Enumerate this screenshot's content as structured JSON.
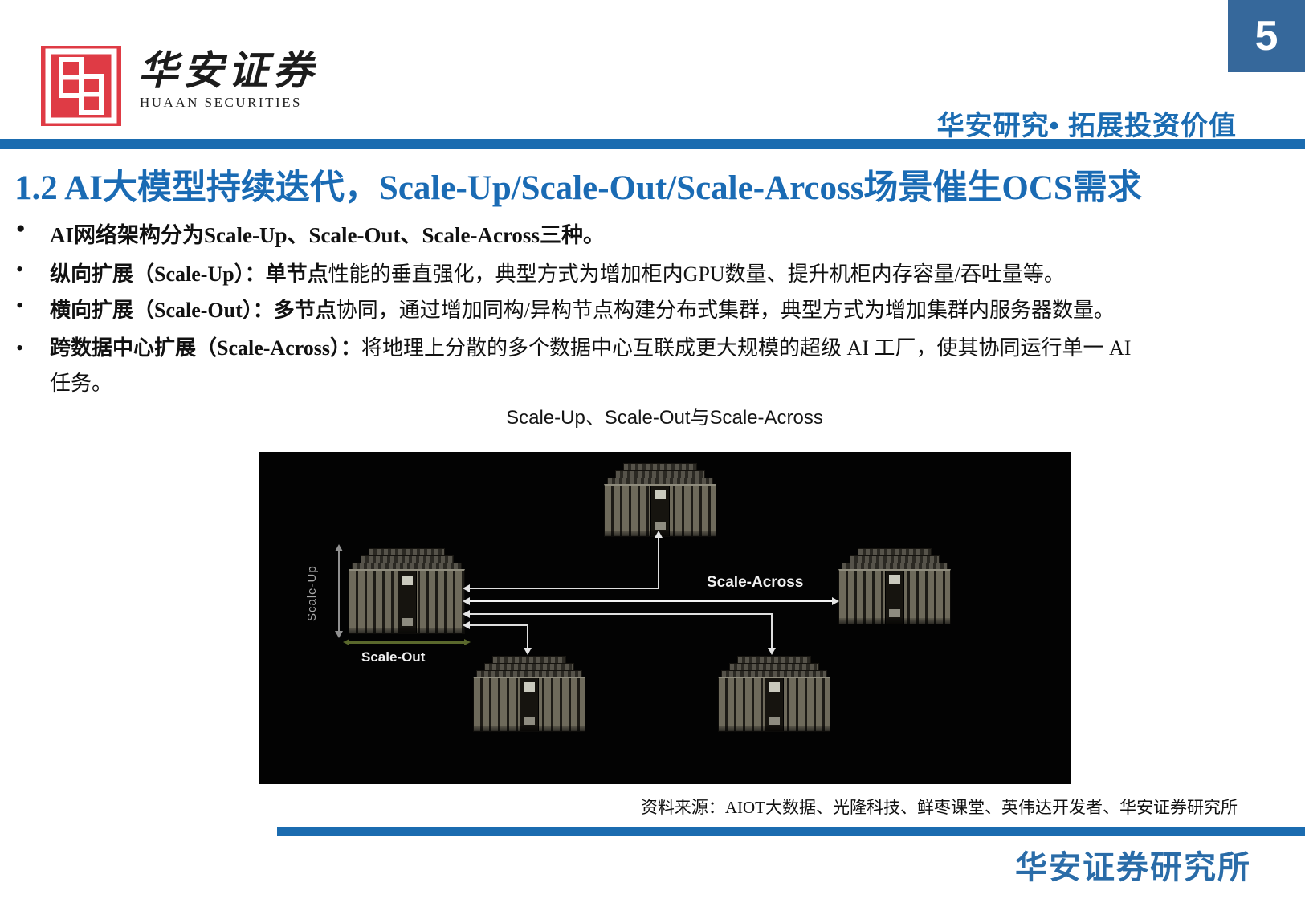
{
  "page": {
    "number": "5",
    "brand": {
      "logo_cn": "华安证券",
      "logo_en": "HUAAN SECURITIES",
      "slogan": "华安研究• 拓展投资价值"
    }
  },
  "title": "1.2 AI大模型持续迭代，Scale-Up/Scale-Out/Scale-Arcoss场景催生OCS需求",
  "bullets": [
    {
      "marker": "●",
      "bold": "AI网络架构分为Scale-Up、Scale-Out、Scale-Across三种。",
      "text": ""
    },
    {
      "marker": "•",
      "bold": "纵向扩展（Scale-Up）：单节点",
      "text": "性能的垂直强化，典型方式为增加柜内GPU数量、提升机柜内存容量/吞吐量等。"
    },
    {
      "marker": "•",
      "bold": "横向扩展（Scale-Out）：多节点",
      "text": "协同，通过增加同构/异构节点构建分布式集群，典型方式为增加集群内服务器数量。"
    },
    {
      "marker": "•",
      "bold": "跨数据中心扩展（Scale-Across）：",
      "text": "将地理上分散的多个数据中心互联成更大规模的超级 AI 工厂，使其协同运行单一 AI",
      "text2": "任务。"
    }
  ],
  "figure": {
    "caption": "Scale-Up、Scale-Out与Scale-Across",
    "labels": {
      "scale_up": "Scale-Up",
      "scale_out": "Scale-Out",
      "scale_across": "Scale-Across"
    },
    "source": "资料来源：AIOT大数据、光隆科技、鲜枣课堂、英伟达开发者、华安证券研究所"
  },
  "footer": {
    "institute": "华安证券研究所"
  },
  "colors": {
    "accent_blue": "#1B6CB0",
    "page_badge_blue": "#36689B",
    "logo_red": "#DF3B45"
  }
}
